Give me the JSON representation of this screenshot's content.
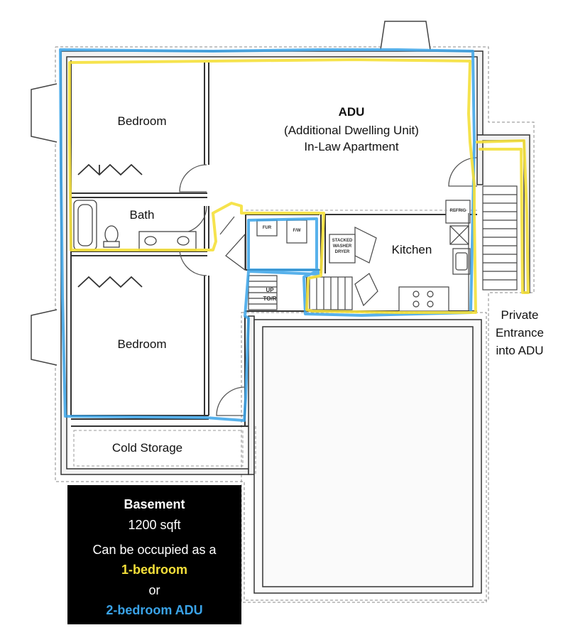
{
  "rooms": {
    "bedroom_top": "Bedroom",
    "bedroom_bottom": "Bedroom",
    "bath": "Bath",
    "kitchen": "Kitchen",
    "cold_storage": "Cold Storage"
  },
  "adu": {
    "title": "ADU",
    "subtitle": "(Additional Dwelling Unit)",
    "subtitle2": "In-Law Apartment"
  },
  "entrance": {
    "line1": "Private",
    "line2": "Entrance",
    "line3": "into ADU"
  },
  "fixtures": {
    "fridge": "REFRIG",
    "furnace": "FUR",
    "fan": "F/W",
    "washer_l1": "STACKED",
    "washer_l2": "WASHER",
    "washer_l3": "DRYER",
    "stair_l1": "UP",
    "stair_l2": "TO/R"
  },
  "info": {
    "title": "Basement",
    "area": "1200 sqft",
    "line": "Can be occupied as a",
    "option1": "1-bedroom",
    "or": "or",
    "option2": "2-bedroom ADU"
  },
  "colors": {
    "yellow": "#f5e03a",
    "blue": "#3aa3e8",
    "wall": "#333333",
    "box": "#000000"
  }
}
